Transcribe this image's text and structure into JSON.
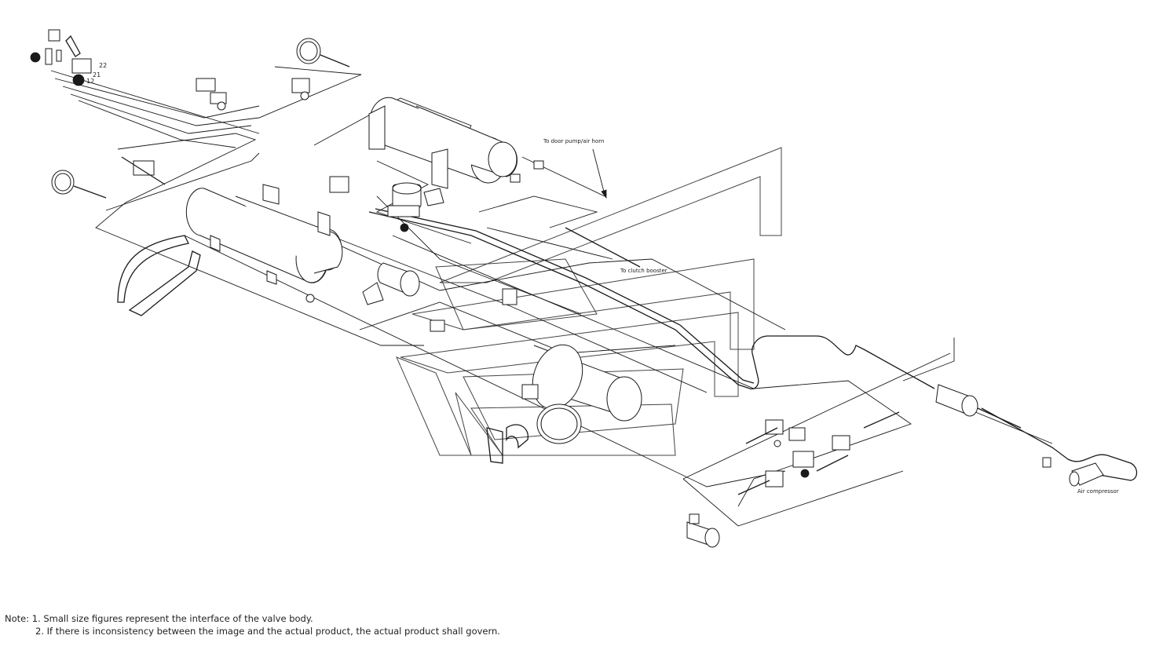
{
  "labels": {
    "door_pump": "To door pump/air horn",
    "clutch_booster": "To clutch booster",
    "air_compressor": "Air compressor",
    "num_22": "22",
    "num_21": "21",
    "num_12": "12"
  },
  "note": {
    "line1": "Note: 1. Small size figures represent the interface of the valve body.",
    "line2": "2. If there is inconsistency between the image and the actual product, the actual product shall govern."
  },
  "colors": {
    "line": "#1a1a1a",
    "watermark": "#333333",
    "background": "#ffffff"
  }
}
